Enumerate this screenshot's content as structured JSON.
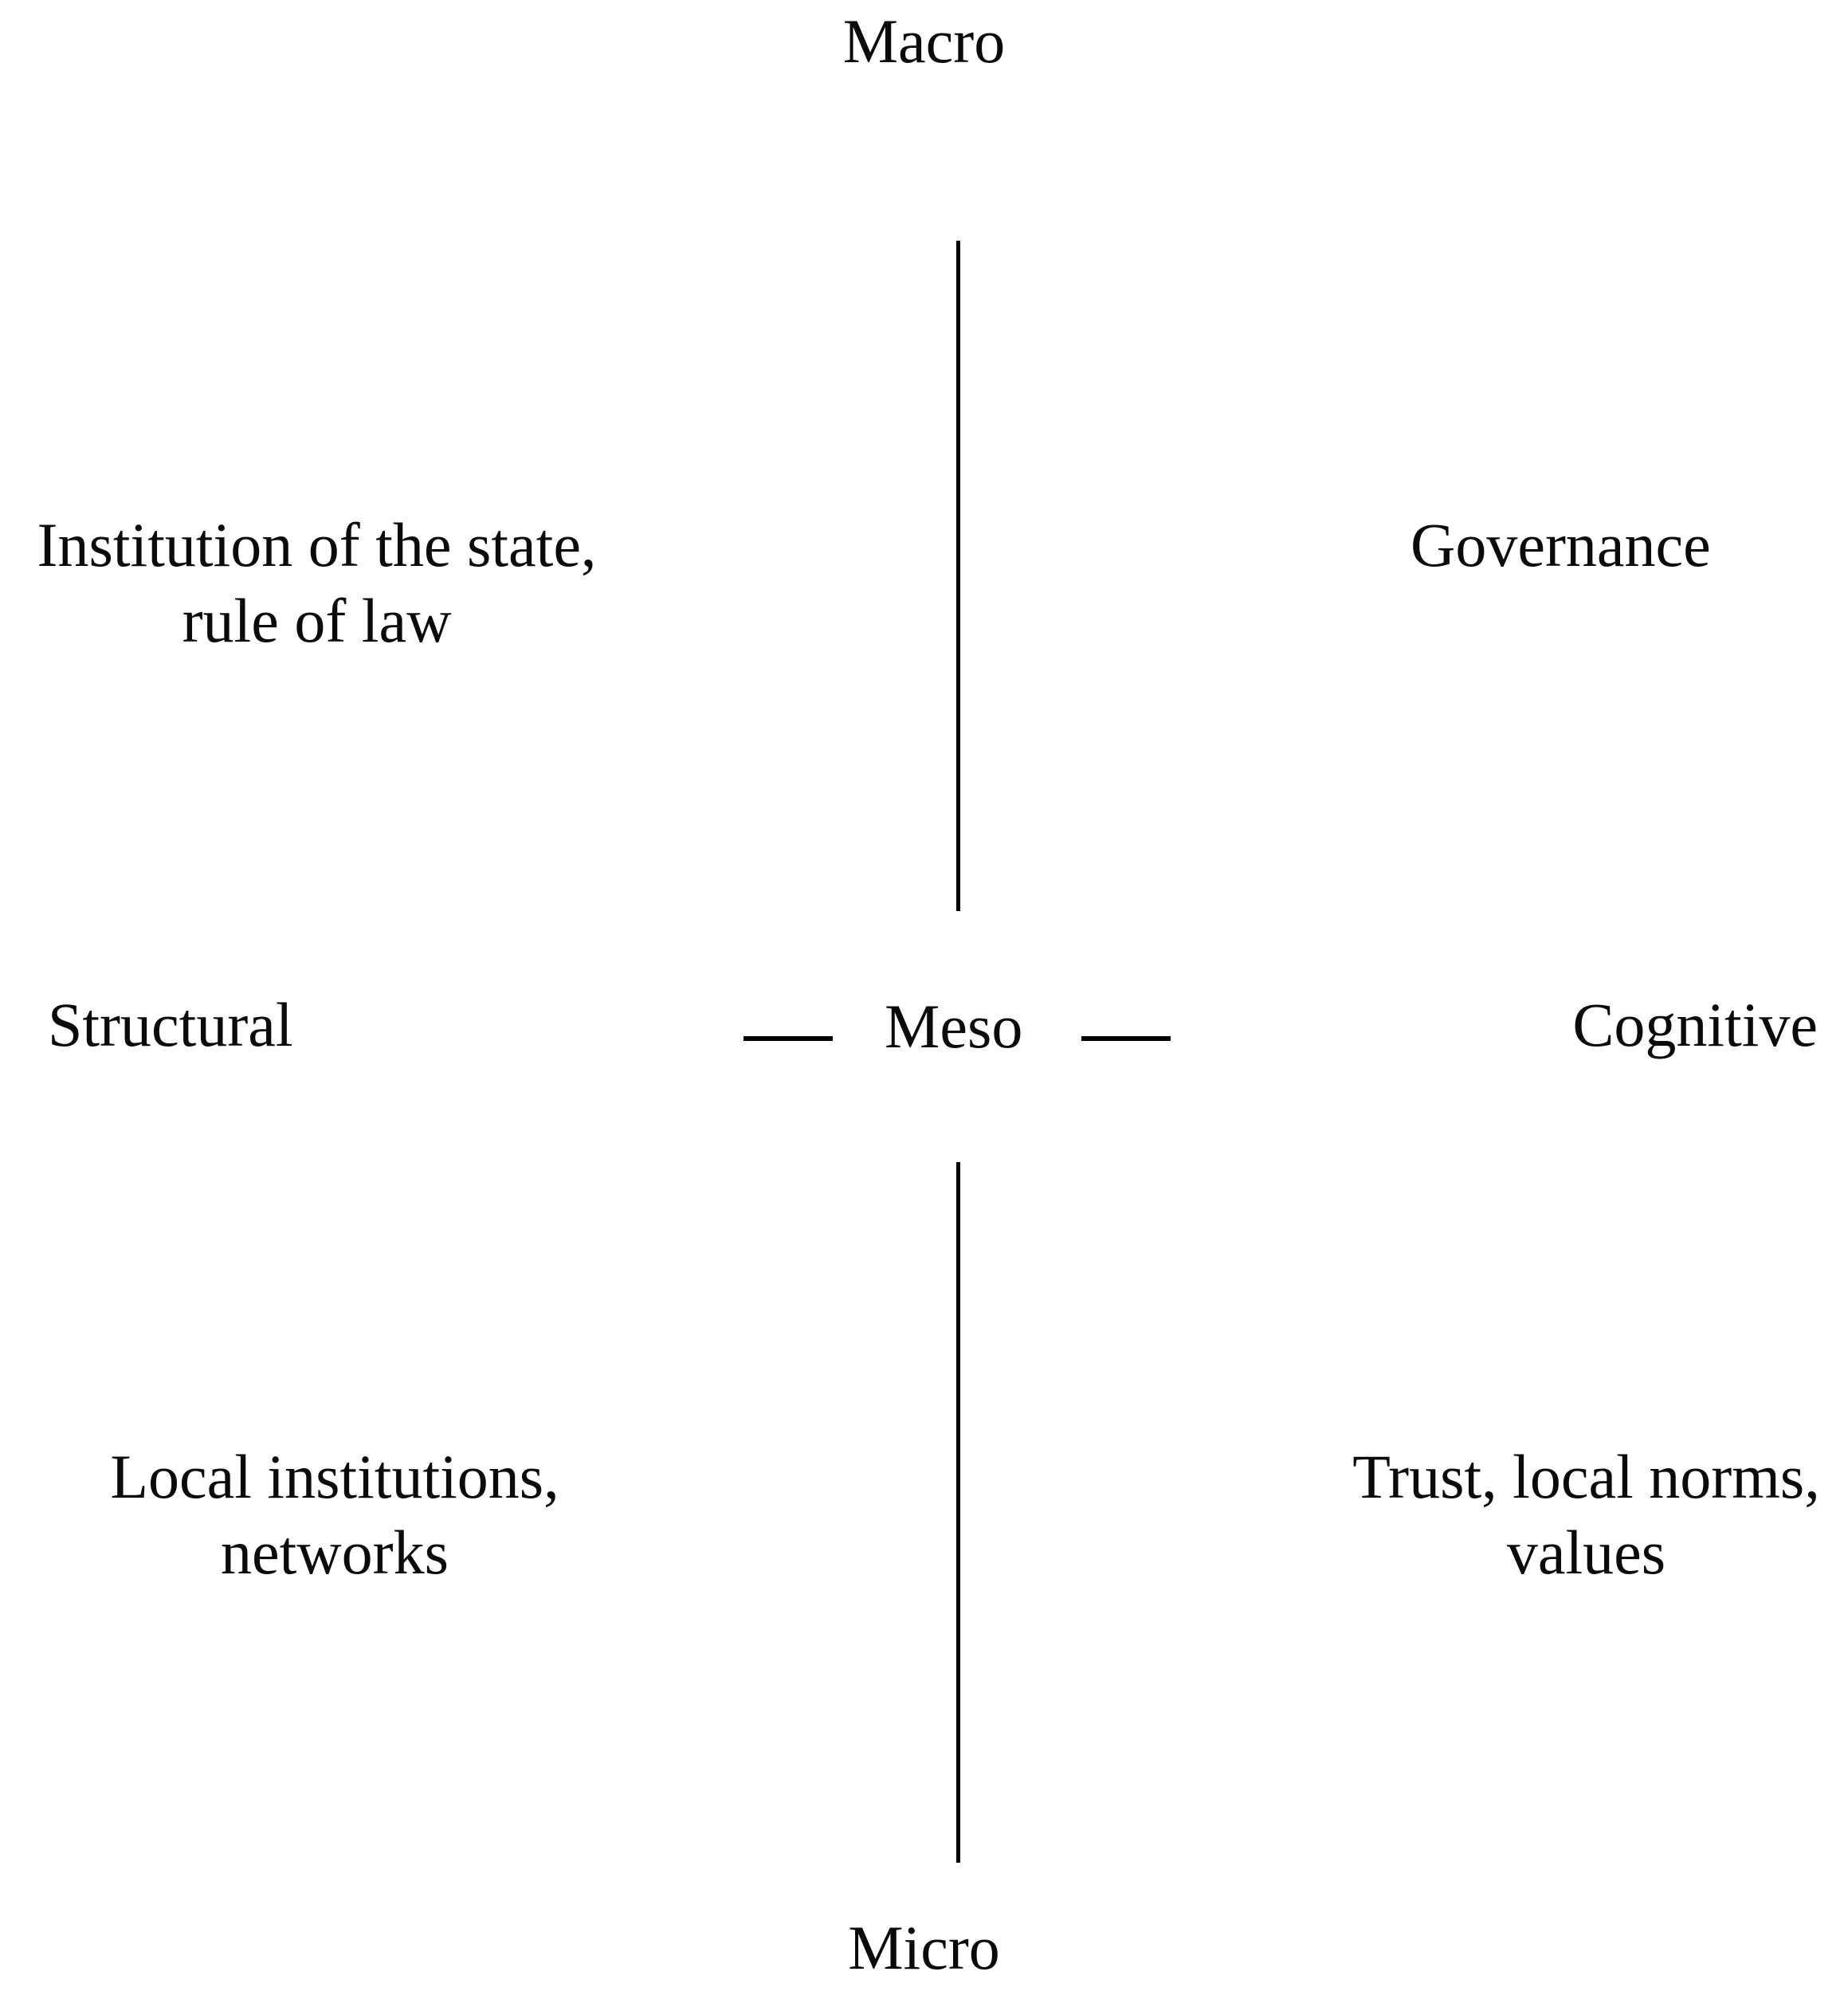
{
  "diagram": {
    "type": "two-axis-quadrant-framework",
    "axes": {
      "vertical": {
        "top_label": "Macro",
        "bottom_label": "Micro",
        "center_label": "Meso"
      },
      "horizontal": {
        "left_label": "Structural",
        "right_label": "Cognitive"
      }
    },
    "quadrants": {
      "macro_structural": "Institution of the state,\nrule of law",
      "macro_cognitive": "Governance",
      "micro_structural": "Local institutions,\nnetworks",
      "micro_cognitive": "Trust, local norms,\nvalues"
    },
    "colors": {
      "background": "#ffffff",
      "text": "#0a0a0a",
      "stroke": "#000000"
    }
  }
}
